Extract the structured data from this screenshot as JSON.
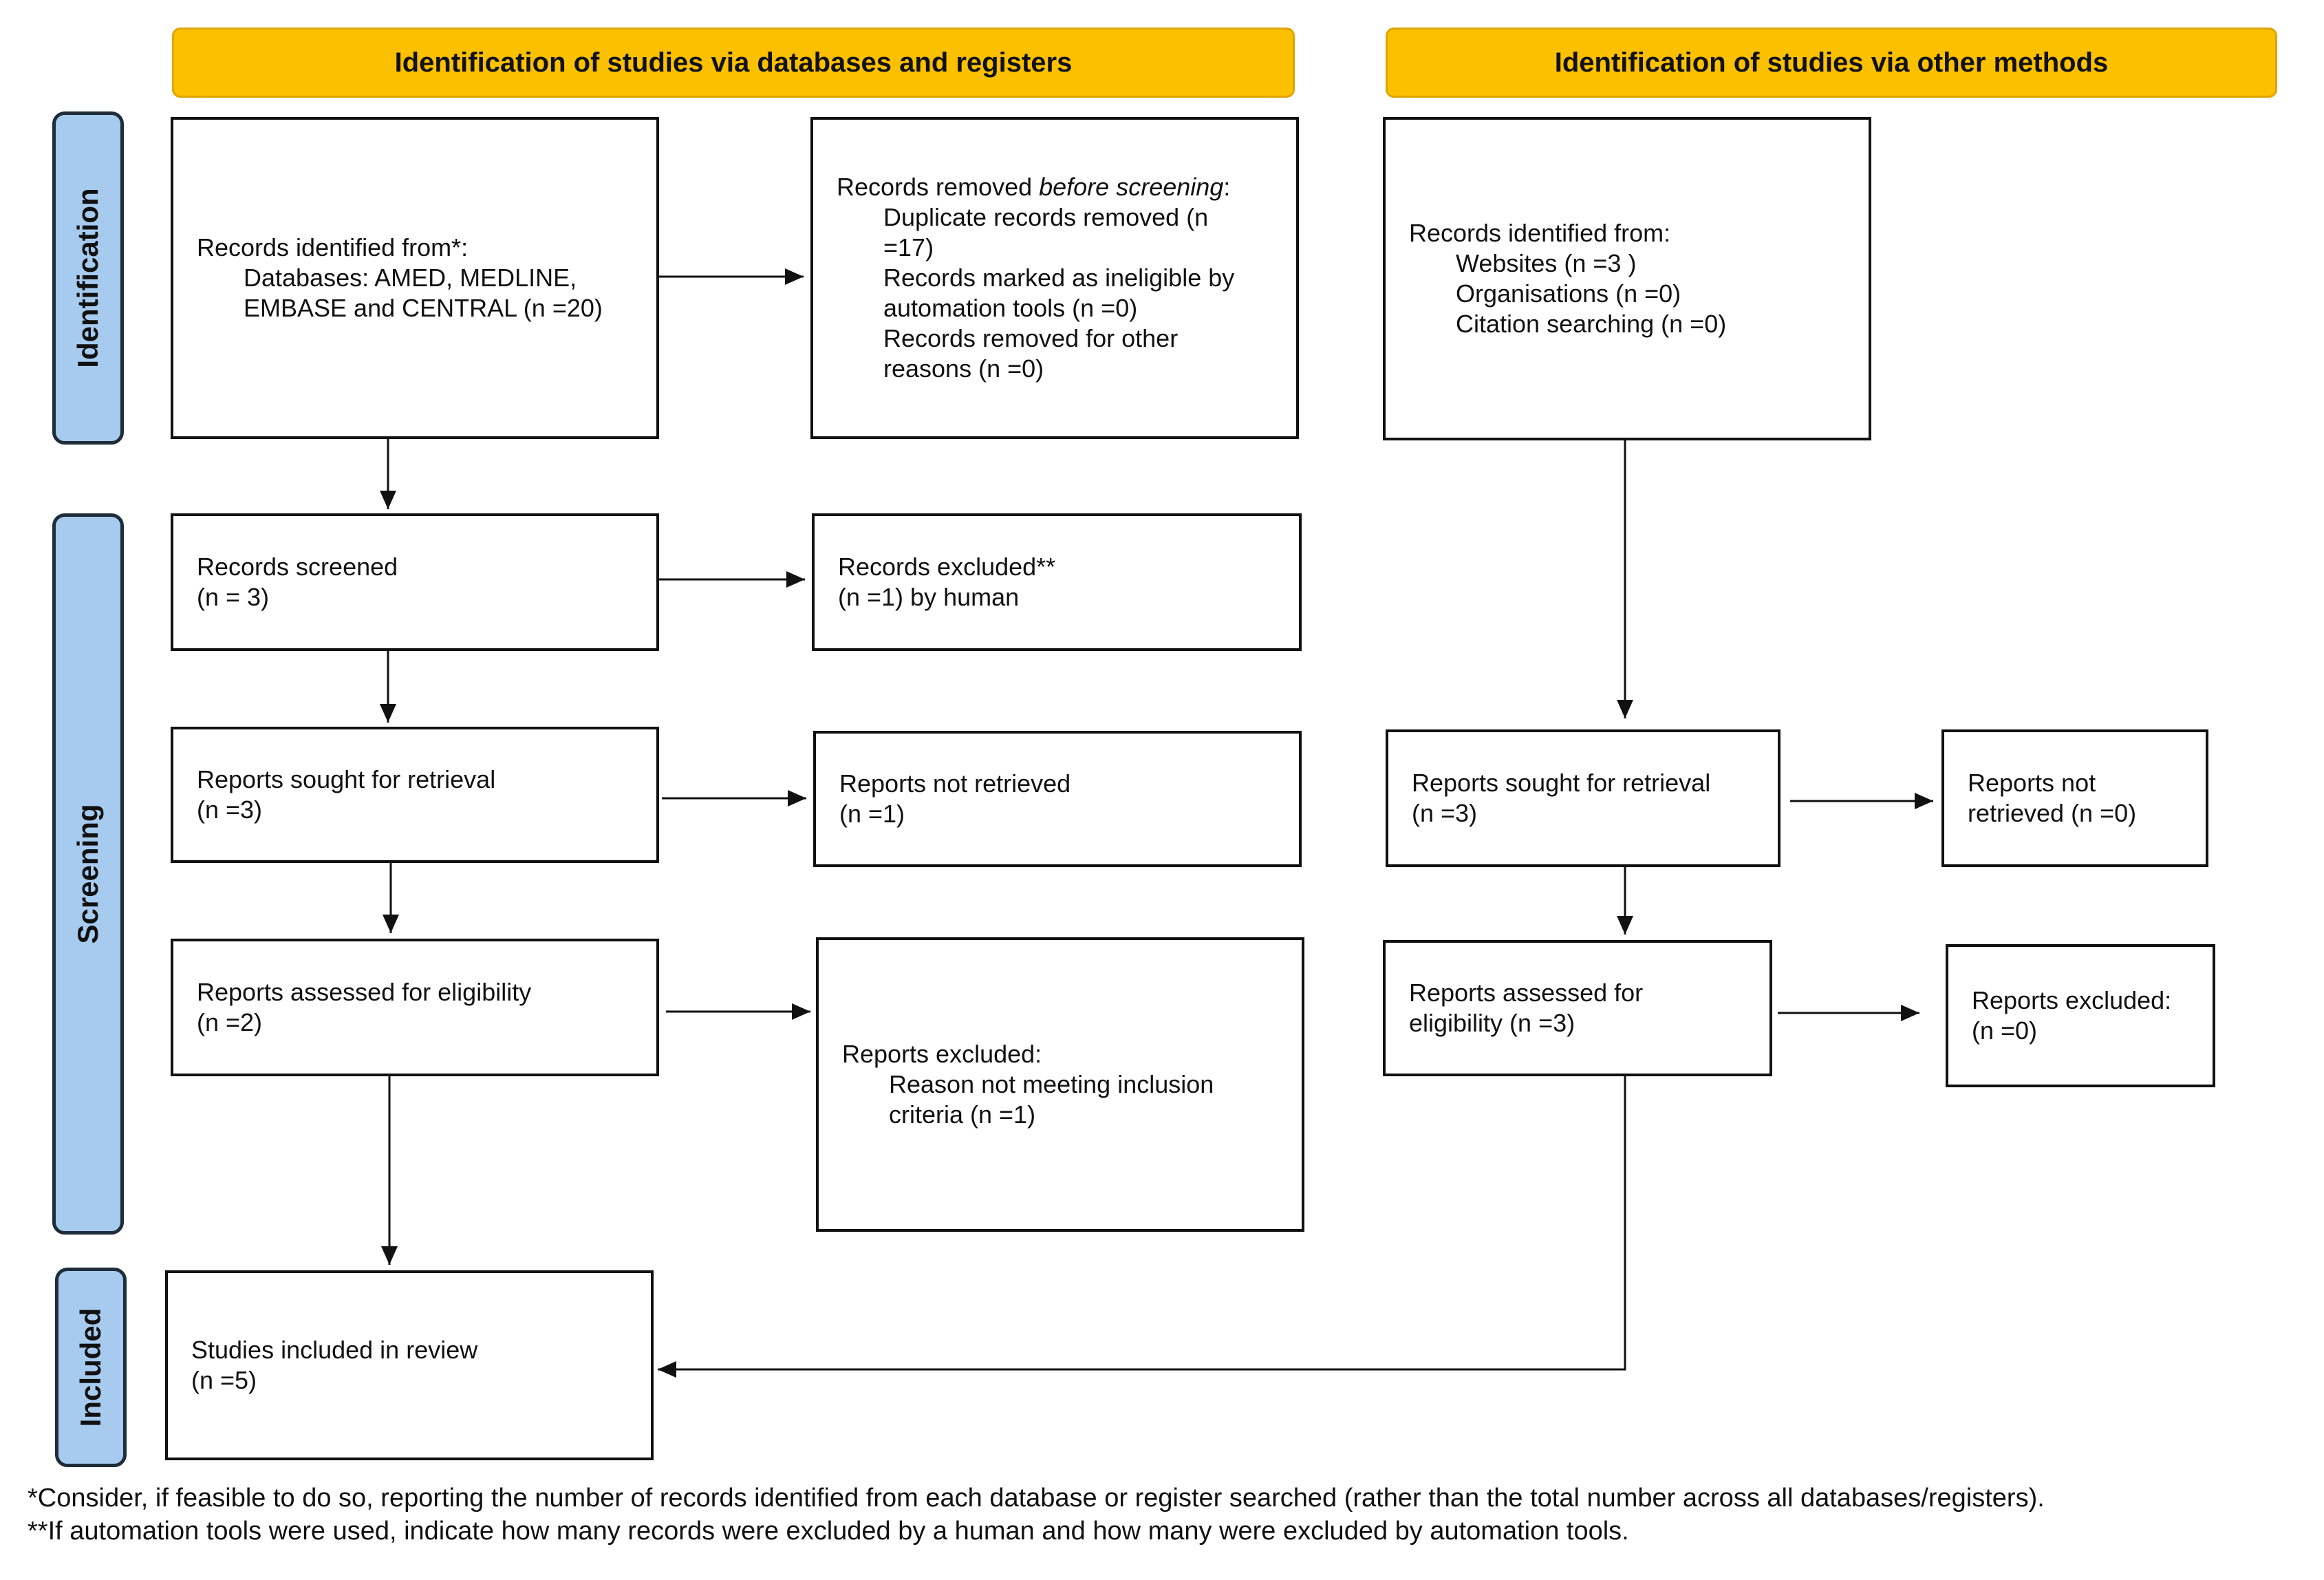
{
  "headers": {
    "databases": "Identification of studies via databases and registers",
    "other": "Identification of studies via other methods"
  },
  "phases": {
    "identification": "Identification",
    "screening": "Screening",
    "included": "Included"
  },
  "left": {
    "identified": {
      "title": "Records identified from*:",
      "line1": "Databases: AMED, MEDLINE,",
      "line2": "EMBASE and CENTRAL (n =20)"
    },
    "removed": {
      "title_prefix": "Records removed ",
      "title_italic": "before screening",
      "title_suffix": ":",
      "dup_1": "Duplicate records removed (n",
      "dup_2": "=17)",
      "auto_1": "Records marked as ineligible by",
      "auto_2": "automation tools (n =0)",
      "other_1": "Records removed for other",
      "other_2": "reasons (n =0)"
    },
    "screened": {
      "title": "Records screened",
      "value": "(n = 3)"
    },
    "excluded": {
      "title": "Records excluded**",
      "value": "(n =1) by human"
    },
    "sought": {
      "title": "Reports sought for retrieval",
      "value": "(n =3)"
    },
    "not_retrieved": {
      "title": "Reports not retrieved",
      "value": "(n =1)"
    },
    "assessed": {
      "title": "Reports assessed for eligibility",
      "value": "(n =2)"
    },
    "reports_excluded": {
      "title": "Reports excluded:",
      "reason_1": "Reason not meeting inclusion",
      "reason_2": "criteria (n =1)"
    },
    "included": {
      "title": "Studies included in review",
      "value": "(n =5)"
    }
  },
  "right": {
    "identified": {
      "title": "Records identified from:",
      "websites": "Websites (n =3 )",
      "organisations": "Organisations (n =0)",
      "citation": "Citation searching (n =0)"
    },
    "sought": {
      "title": "Reports sought for retrieval",
      "value": "(n =3)"
    },
    "not_retrieved": {
      "line1": "Reports not",
      "line2": "retrieved (n =0)"
    },
    "assessed": {
      "line1": "Reports assessed for",
      "line2": "eligibility (n =3)"
    },
    "excluded": {
      "title": "Reports excluded:",
      "value": "(n =0)"
    }
  },
  "footnotes": {
    "note1": "*Consider, if feasible to do so, reporting the number of records identified from each database or register searched (rather than the total number across all databases/registers).",
    "note2": "**If automation tools were used, indicate how many records were excluded by a human and how many were excluded by automation tools."
  },
  "colors": {
    "header_fill": "#fbc000",
    "phase_fill": "#a6cbee",
    "box_border": "#111111"
  }
}
